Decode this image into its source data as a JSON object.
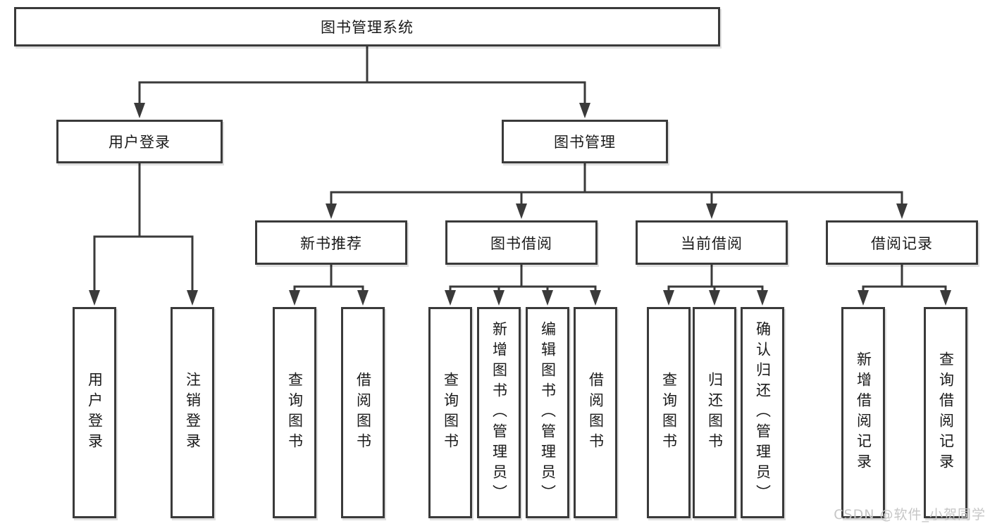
{
  "tree": {
    "root": "图书管理系统",
    "user_login": {
      "label": "用户登录",
      "leaves": [
        "用户登录",
        "注销登录"
      ]
    },
    "book_mgmt": {
      "label": "图书管理",
      "groups": [
        {
          "label": "新书推荐",
          "leaves": [
            "查询图书",
            "借阅图书"
          ]
        },
        {
          "label": "图书借阅",
          "leaves": [
            "查询图书",
            "新增图书（管理员）",
            "编辑图书（管理员）",
            "借阅图书"
          ]
        },
        {
          "label": "当前借阅",
          "leaves": [
            "查询图书",
            "归还图书",
            "确认归还（管理员）"
          ]
        },
        {
          "label": "借阅记录",
          "leaves": [
            "新增借阅记录",
            "查询借阅记录"
          ]
        }
      ]
    }
  },
  "watermark": "CSDN @软件_小贺同学",
  "colors": {
    "line": "#3a3a3a",
    "text": "#1a1a1a",
    "watermark": "#c6c6c6",
    "background": "#ffffff"
  }
}
